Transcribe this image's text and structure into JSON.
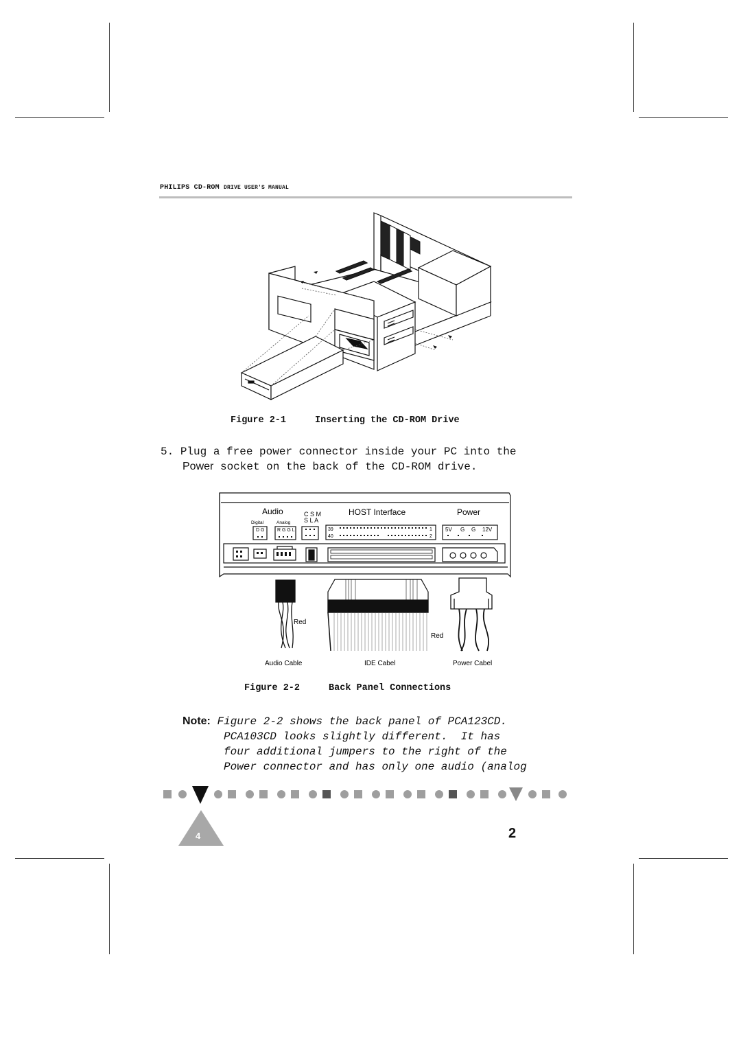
{
  "header": {
    "brand": "PHILIPS",
    "product_bold": "CD-ROM",
    "rest_smallcaps": "Drive User's Manual"
  },
  "figure1": {
    "caption_num": "Figure 2-1",
    "caption_title": "Inserting the CD-ROM Drive"
  },
  "step5": {
    "number": "5.",
    "line1": "Plug a free power connector inside your PC into the",
    "line2_word": "Power",
    "line2_rest": " socket on the back of the CD-ROM drive."
  },
  "figure2": {
    "labels": {
      "audio": "Audio",
      "digital": "Digital",
      "analog": "Analog",
      "dg": "D G",
      "rggl": "R G G L",
      "csm": "C S M",
      "sla": "S L A",
      "host": "HOST Interface",
      "pin39": "39",
      "pin40": "40",
      "pin1": "1",
      "pin2": "2",
      "power": "Power",
      "v5": "5V",
      "g1": "G",
      "g2": "G",
      "v12": "12V",
      "red1": "Red",
      "red2": "Red",
      "audio_cable": "Audio Cable",
      "ide_cable": "IDE Cabel",
      "power_cable": "Power Cabel"
    },
    "caption_num": "Figure 2-2",
    "caption_title": "Back Panel Connections"
  },
  "note": {
    "label": "Note:",
    "line1": "Figure 2-2 shows the back panel of PCA123CD.",
    "line2": "PCA103CD looks slightly different.  It has",
    "line3": "four additional jumpers to the right of the",
    "line4": "Power connector and has only one audio (analog"
  },
  "footer": {
    "chapter": "4",
    "page": "2"
  }
}
